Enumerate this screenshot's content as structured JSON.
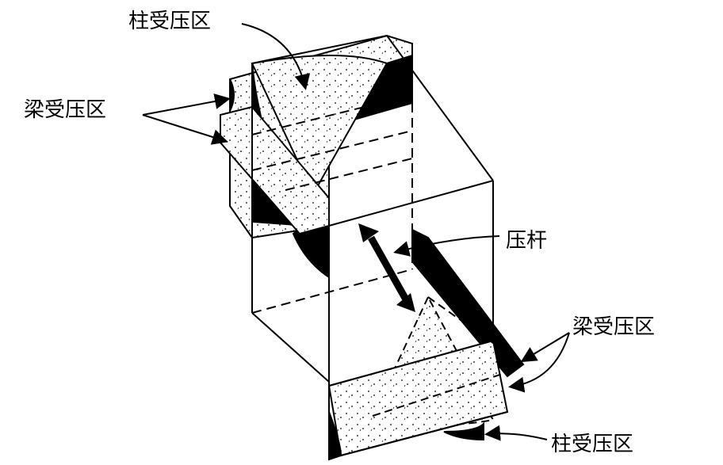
{
  "labels": {
    "column_compression_top": "柱受压区",
    "beam_compression_left": "梁受压区",
    "strut": "压杆",
    "beam_compression_right": "梁受压区",
    "column_compression_bottom": "柱受压区"
  },
  "colors": {
    "ink": "#000000",
    "background": "#ffffff"
  }
}
